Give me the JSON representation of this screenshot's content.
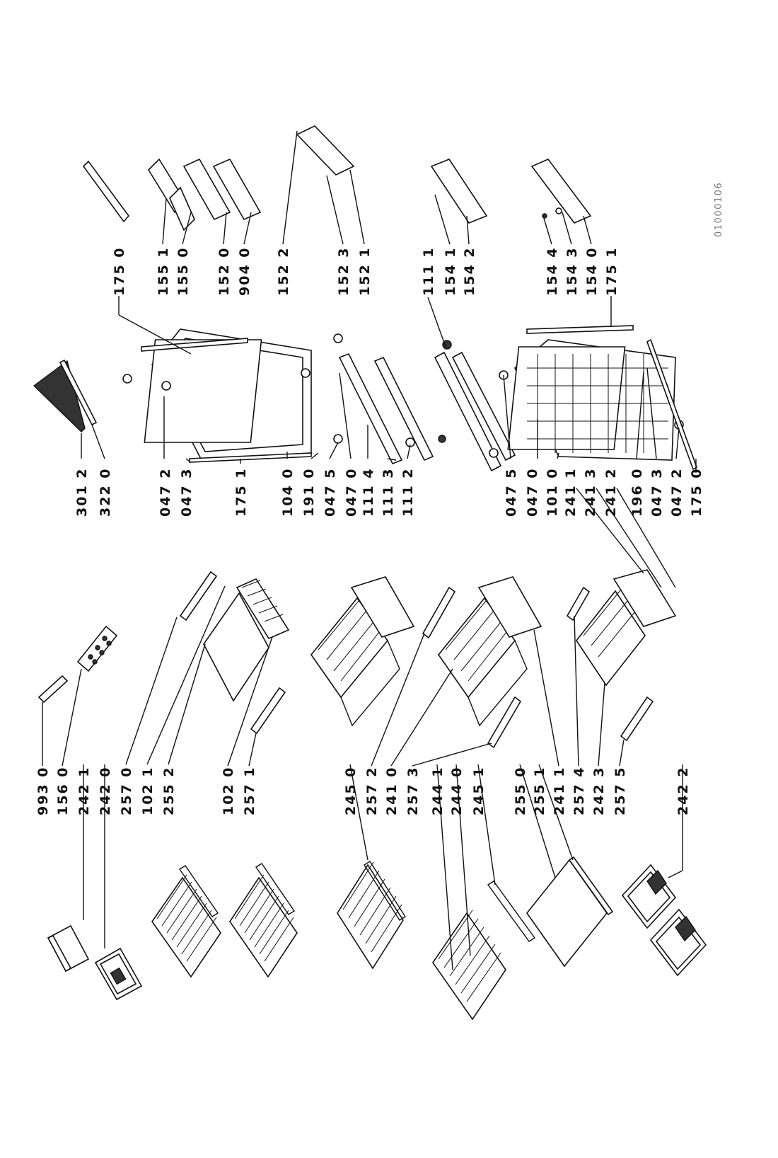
{
  "document_code": "01000106",
  "callouts": {
    "col_right_top": [
      "301 2",
      "322 0",
      "047 2",
      "047 3",
      "175 1",
      "104 0",
      "191 0",
      "047 5",
      "047 0",
      "111 4",
      "111 3",
      "111 2"
    ],
    "col_right_bottom": [
      "047 5",
      "047 0",
      "101 0",
      "241 1",
      "241 3",
      "241 2",
      "196 0",
      "047 3",
      "047 2",
      "175 0"
    ],
    "col_far_right_top": [
      "175 0",
      "155 1",
      "155 0",
      "152 0",
      "904 0",
      "152 2",
      "152 3",
      "152 1"
    ],
    "col_far_right_bottom": [
      "111 1",
      "154 1",
      "154 2",
      "154 4",
      "154 3",
      "154 0",
      "175 1"
    ],
    "col_middle_top": [
      "993 0",
      "156 0",
      "242 1",
      "242 0",
      "257 0",
      "102 1",
      "255 2",
      "102 0",
      "257 1"
    ],
    "col_middle_bottom": [
      "245 0",
      "257 2",
      "241 0",
      "257 3",
      "244 1",
      "244 0",
      "245 1",
      "255 0",
      "255 1",
      "241 1",
      "257 4",
      "242 3",
      "257 5",
      "242 2"
    ]
  }
}
